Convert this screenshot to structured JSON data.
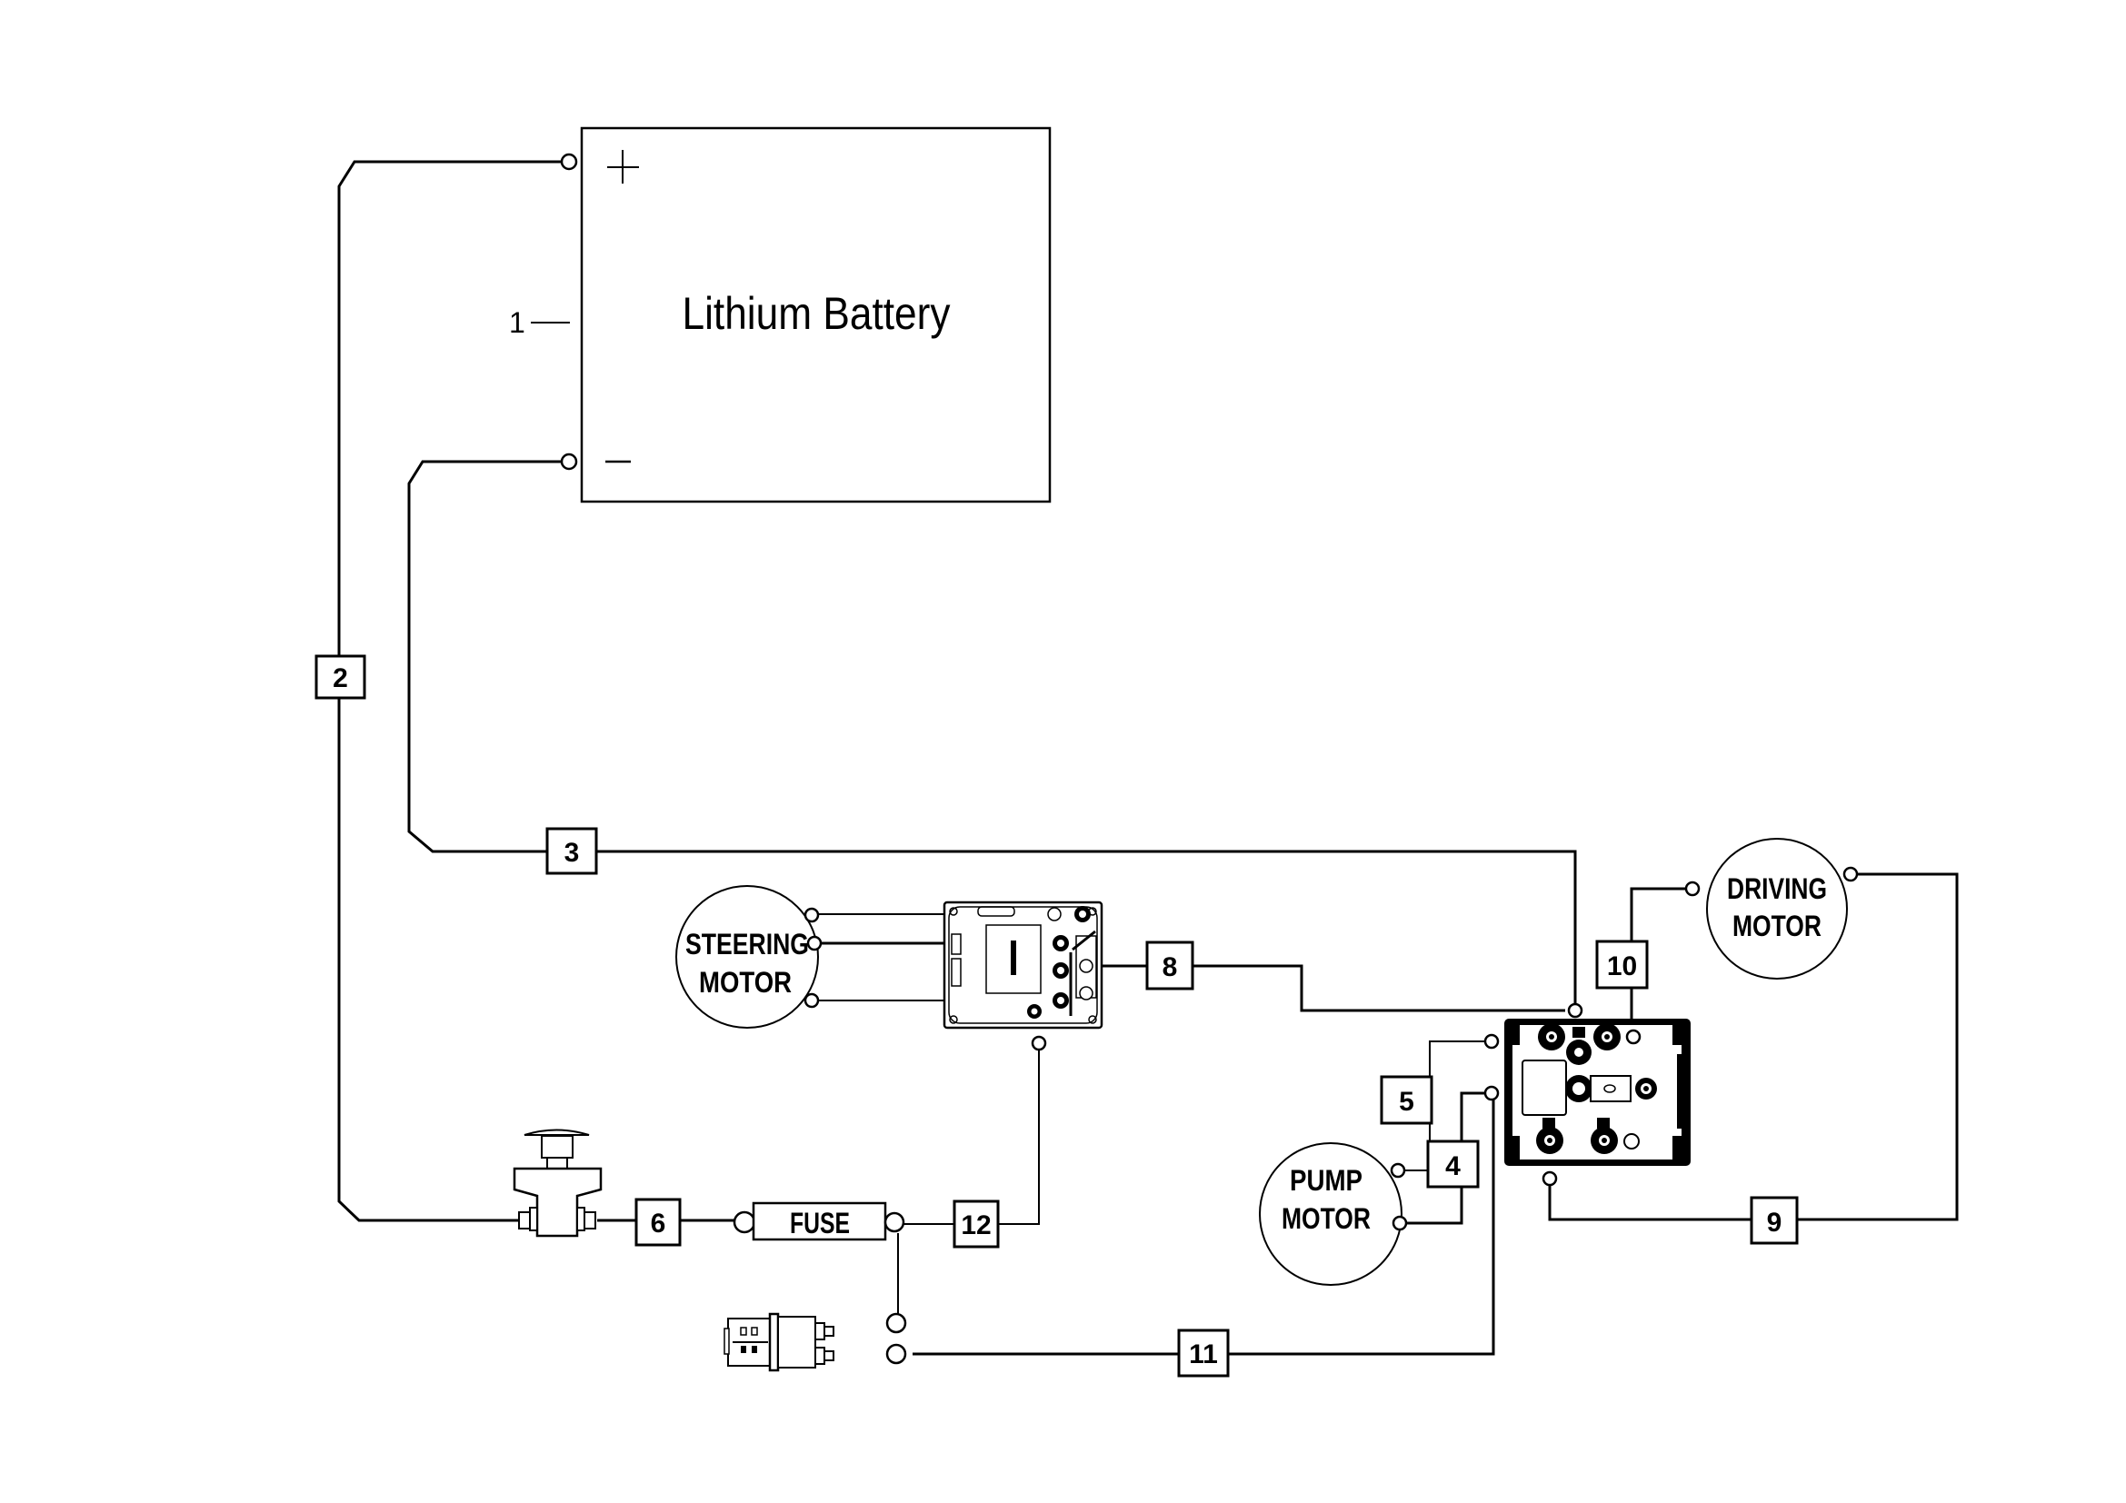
{
  "diagram": {
    "type": "electrical wiring diagram",
    "battery": {
      "title": "Lithium Battery",
      "callout_number": "1",
      "positive_symbol": "+",
      "negative_symbol": "−"
    },
    "components": {
      "steering_motor": [
        "STEERING",
        "MOTOR"
      ],
      "driving_motor": [
        "DRIVING",
        "MOTOR"
      ],
      "pump_motor": [
        "PUMP",
        "MOTOR"
      ],
      "fuse": "FUSE",
      "emergency_switch": "emergency-stop-switch",
      "contactor": "main-contactor",
      "steering_controller": "steering-controller",
      "main_controller": "traction-pump-controller"
    },
    "wire_labels": {
      "w2": "2",
      "w3": "3",
      "w4": "4",
      "w5": "5",
      "w6": "6",
      "w8": "8",
      "w9": "9",
      "w10": "10",
      "w11": "11",
      "w12": "12"
    },
    "colors": {
      "line": "#000000",
      "background": "#ffffff"
    }
  }
}
